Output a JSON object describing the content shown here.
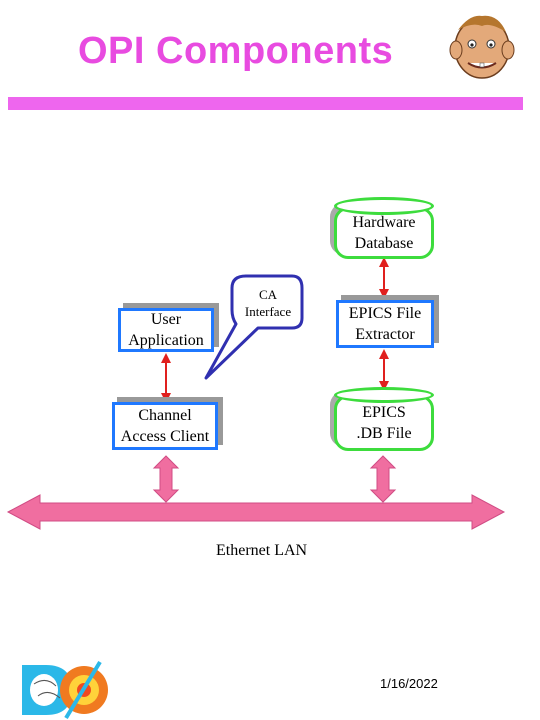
{
  "title": "OPI Components",
  "nodes": {
    "hardware_db": [
      "Hardware",
      "Database"
    ],
    "user_app": [
      "User",
      "Application"
    ],
    "ca_interface": [
      "CA",
      "Interface"
    ],
    "epics_extractor": [
      "EPICS File",
      "Extractor"
    ],
    "channel_access": [
      "Channel",
      "Access Client"
    ],
    "epics_db_file": [
      "EPICS",
      ".DB File"
    ]
  },
  "network_label": "Ethernet LAN",
  "date": "1/16/2022",
  "colors": {
    "title": "#e84be0",
    "box_border": "#1f78ff",
    "database_border": "#3ddc3d",
    "lan_bus": "#f06ea0",
    "connector": "#e0201e",
    "callout": "#3030b0"
  },
  "icons": {
    "top_right": "mascot-face-icon",
    "bottom_left": "dzero-logo-icon"
  }
}
